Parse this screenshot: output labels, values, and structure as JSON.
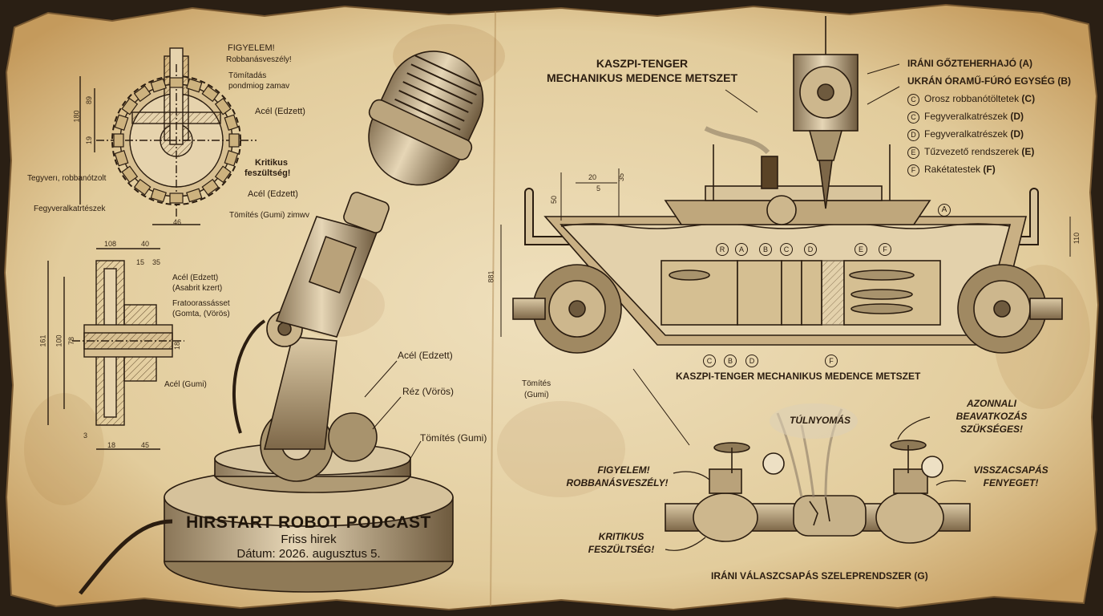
{
  "gear_section": {
    "warning": "FIGYELEM!",
    "warning_sub": "Robbanásveszély!",
    "seal_label": "Tömítadás",
    "seal_sub": "pondmiog zamav",
    "steel_hard_1": "Acél (Edzett)",
    "critical": "Kritikus",
    "critical_sub": "feszültség!",
    "steel_hard_2": "Acél (Edzett)",
    "seal_rubber": "Tömítés (Gumi)",
    "seal_rubber_extra": "zimwv",
    "left_label_1": "Tegyverı, robbanótzolt",
    "left_label_2": "Fegyveralkatrtészek",
    "dims": [
      "180",
      "89",
      "19",
      "46"
    ]
  },
  "shaft_section": {
    "steel_hard": "Acél (Edzett)",
    "steel_sub": "(Asabrit kzert)",
    "fr_label": "Fratoorassásset",
    "fr_sub": "(Gomta, (Vörös)",
    "rubber": "Acél (Gumi)",
    "dims": [
      "108",
      "40",
      "15",
      "35",
      "161",
      "100",
      "78",
      "18",
      "3",
      "18",
      "45"
    ]
  },
  "mic_labels": {
    "steel": "Acél (Edzett)",
    "brass": "Réz (Vörös)",
    "seal": "Tömítés (Gumi)"
  },
  "plaque": {
    "title": "HIRSTART ROBOT PODCAST",
    "subtitle": "Friss hirek",
    "date": "Dátum: 2026. augusztus 5."
  },
  "basin": {
    "title_line1": "KASZPI-TENGER",
    "title_line2": "MECHANIKUS MEDENCE METSZET",
    "caption": "KASZPI-TENGER MECHANIKUS MEDENCE METSZET",
    "seal_label": "Tömítés",
    "seal_sub": "(Gumi)",
    "dims": [
      "20",
      "5",
      "35",
      "50",
      "881",
      "110"
    ],
    "markers_top": [
      "R",
      "A",
      "B",
      "C",
      "D",
      "E",
      "F"
    ],
    "markers_bottom": [
      "C",
      "B",
      "D",
      "F"
    ],
    "marker_a": "A"
  },
  "legend": {
    "items": [
      {
        "text": "IRÁNI GŐZTEHERHAJÓ (A)",
        "bold": true,
        "mark": ""
      },
      {
        "text": "UKRÁN ÓRAMŰ-FÚRÓ EGYSÉG (B)",
        "bold": true,
        "mark": ""
      },
      {
        "text": "Orosz robbanótöltetek ",
        "code": "(C)",
        "mark": "C"
      },
      {
        "text": "Fegyveralkatrészek ",
        "code": "(D)",
        "mark": "C"
      },
      {
        "text": "Fegyveralkatrészek ",
        "code": "(D)",
        "mark": "D"
      },
      {
        "text": "Tűzvezető rendszerek ",
        "code": "(E)",
        "mark": "E"
      },
      {
        "text": "Rakétatestek ",
        "code": "(F)",
        "mark": "F"
      }
    ]
  },
  "valve": {
    "overpressure": "TÚLNYOMÁS",
    "urgent_1": "AZONNALI",
    "urgent_2": "BEAVATKOZÁS",
    "urgent_3": "SZÜKSÉGES!",
    "warn_1": "FIGYELEM!",
    "warn_2": "ROBBANÁSVESZÉLY!",
    "backfire_1": "VISSZACSAPÁS",
    "backfire_2": "FENYEGET!",
    "critical_1": "KRITIKUS",
    "critical_2": "FESZÜLTSÉG!",
    "caption": "IRÁNI VÁLASZCSAPÁS SZELEPRENDSZER (G)"
  },
  "colors": {
    "paper": "#e8d7b0",
    "paper_dark": "#c9a66b",
    "ink": "#2b1d10",
    "stain": "#a8773f"
  }
}
